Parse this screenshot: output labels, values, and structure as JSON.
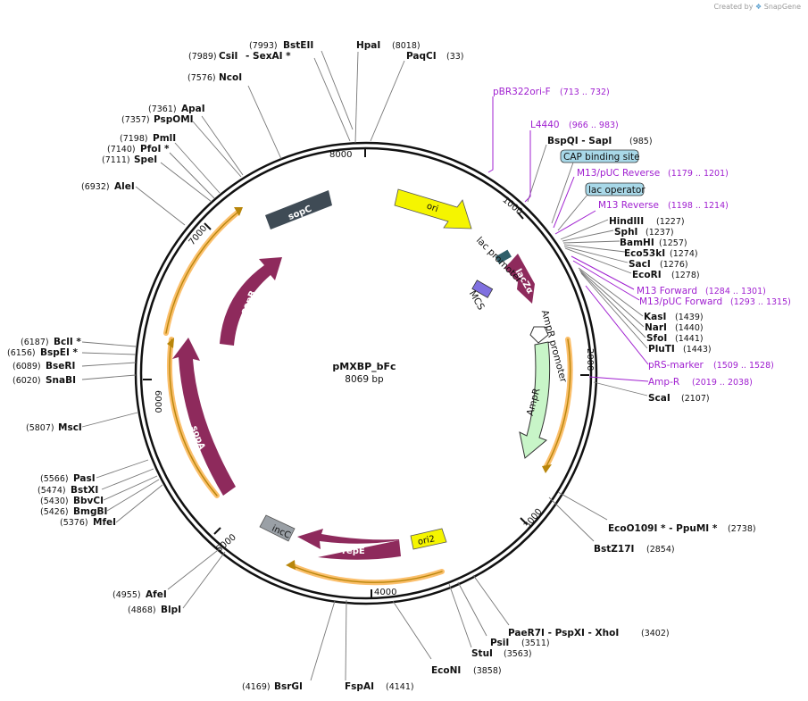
{
  "credit": {
    "created_by": "Created by",
    "brand": "SnapGene"
  },
  "plasmid": {
    "name": "pMXBP_bFc",
    "size": "8069 bp"
  },
  "ticks": [
    "1000",
    "2000",
    "3000",
    "4000",
    "5000",
    "6000",
    "7000",
    "8000"
  ],
  "sites": {
    "bstEII": {
      "name": "BstEII",
      "pos": "(7993)"
    },
    "csiI": {
      "name": "CsiI",
      "pos": "(7989)"
    },
    "sexAI": {
      "name": "- SexAI *"
    },
    "hpaI": {
      "name": "HpaI",
      "pos": "(8018)"
    },
    "paqCI": {
      "name": "PaqCI",
      "pos": "(33)"
    },
    "ncoI": {
      "name": "NcoI",
      "pos": "(7576)"
    },
    "apaI": {
      "name": "ApaI",
      "pos": "(7361)"
    },
    "pspOMI": {
      "name": "PspOMI",
      "pos": "(7357)"
    },
    "pmlI": {
      "name": "PmlI",
      "pos": "(7198)"
    },
    "pfoI": {
      "name": "PfoI *",
      "pos": "(7140)"
    },
    "speI": {
      "name": "SpeI",
      "pos": "(7111)"
    },
    "aleI": {
      "name": "AleI",
      "pos": "(6932)"
    },
    "bclI": {
      "name": "BclI *",
      "pos": "(6187)"
    },
    "bspEI": {
      "name": "BspEI *",
      "pos": "(6156)"
    },
    "bseRI": {
      "name": "BseRI",
      "pos": "(6089)"
    },
    "snaBI": {
      "name": "SnaBI",
      "pos": "(6020)"
    },
    "mscI": {
      "name": "MscI",
      "pos": "(5807)"
    },
    "pasI": {
      "name": "PasI",
      "pos": "(5566)"
    },
    "bstXI": {
      "name": "BstXI",
      "pos": "(5474)"
    },
    "bbvCI": {
      "name": "BbvCI",
      "pos": "(5430)"
    },
    "bmgBI": {
      "name": "BmgBI",
      "pos": "(5426)"
    },
    "mfeI": {
      "name": "MfeI",
      "pos": "(5376)"
    },
    "afeI": {
      "name": "AfeI",
      "pos": "(4955)"
    },
    "blpI": {
      "name": "BlpI",
      "pos": "(4868)"
    },
    "bsrGI": {
      "name": "BsrGI",
      "pos": "(4169)"
    },
    "fspAI": {
      "name": "FspAI",
      "pos": "(4141)"
    },
    "ecoNI": {
      "name": "EcoNI",
      "pos": "(3858)"
    },
    "stuI": {
      "name": "StuI",
      "pos": "(3563)"
    },
    "psiI": {
      "name": "PsiI",
      "pos": "(3511)"
    },
    "paeR7I": {
      "name": "PaeR7I   - PspXI   - XhoI",
      "pos": "(3402)"
    },
    "bstZ17I": {
      "name": "BstZ17I",
      "pos": "(2854)"
    },
    "ecoO109I": {
      "name": "EcoO109I *  - PpuMI *",
      "pos": "(2738)"
    },
    "scaI": {
      "name": "ScaI",
      "pos": "(2107)"
    },
    "bspQI": {
      "name": "BspQI   - SapI",
      "pos": "(985)"
    },
    "hindIII": {
      "name": "HindIII",
      "pos": "(1227)"
    },
    "sphI": {
      "name": "SphI",
      "pos": "(1237)"
    },
    "bamHI": {
      "name": "BamHI",
      "pos": "(1257)"
    },
    "eco53kI": {
      "name": "Eco53kI",
      "pos": "(1274)"
    },
    "sacI": {
      "name": "SacI",
      "pos": "(1276)"
    },
    "ecoRI": {
      "name": "EcoRI",
      "pos": "(1278)"
    },
    "kasI": {
      "name": "KasI",
      "pos": "(1439)"
    },
    "narI": {
      "name": "NarI",
      "pos": "(1440)"
    },
    "sfoI": {
      "name": "SfoI",
      "pos": "(1441)"
    },
    "pluTI": {
      "name": "PluTI",
      "pos": "(1443)"
    }
  },
  "primers": {
    "pbr322ori": {
      "name": "pBR322ori-F",
      "pos": "(713 .. 732)"
    },
    "l4440": {
      "name": "L4440",
      "pos": "(966 .. 983)"
    },
    "m13pucRev": {
      "name": "M13/pUC Reverse",
      "pos": "(1179 .. 1201)"
    },
    "m13Rev": {
      "name": "M13 Reverse",
      "pos": "(1198 .. 1214)"
    },
    "m13Fwd": {
      "name": "M13 Forward",
      "pos": "(1284 .. 1301)"
    },
    "m13pucFwd": {
      "name": "M13/pUC Forward",
      "pos": "(1293 .. 1315)"
    },
    "prsMarker": {
      "name": "pRS-marker",
      "pos": "(1509 .. 1528)"
    },
    "ampR": {
      "name": "Amp-R",
      "pos": "(2019 .. 2038)"
    }
  },
  "boxes": {
    "cap": "CAP binding site",
    "lacOp": "lac operator"
  },
  "features": {
    "ori": "ori",
    "lacZa": "lacZα",
    "lacPromoter": "lac promoter",
    "mcs": "MCS",
    "ampRPromoter": "AmpR promoter",
    "ampR": "AmpR",
    "sopC": "sopC",
    "sopB": "sopB",
    "sopA": "sopA",
    "incC": "incC",
    "repE": "repE",
    "ori2": "ori2"
  },
  "colors": {
    "backbone": "#111111",
    "orf": "#fbbf6b",
    "primer": "#a020d0",
    "ori": "#f5f500",
    "sop": "#8e2a5c",
    "sopC": "#3f4b55",
    "lacZa": "#8e2a5c",
    "ampR": "#c8f5c8",
    "incC": "#9aa0a6",
    "box": "#a8d8e8"
  }
}
